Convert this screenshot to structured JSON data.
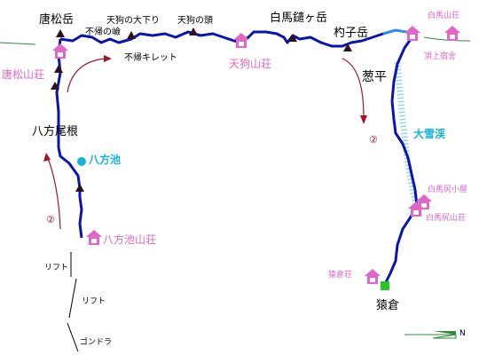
{
  "peaks": {
    "karamatsu": "唐松岳",
    "tengu_descent": "天狗の大下り",
    "fukaeri_ridge": "不帰の嶮",
    "tengu_head": "天狗の頭",
    "shirouma_yari": "白馬鑓ヶ岳",
    "shakushi": "杓子岳",
    "happo_ridge": "八方尾根",
    "sarukura": "猿倉",
    "negihira": "葱平"
  },
  "huts": {
    "karamatsu_hut": "唐松山荘",
    "tengu_hut": "天狗山荘",
    "shirouma_hut": "白馬山荘",
    "summit_hut": "頂上宿舎",
    "daisekkei_hut": "白馬尻小屋",
    "shiroumajiri_hut": "白馬尻山荘",
    "sarukura_hut": "猿倉荘",
    "happoike_hut": "八方池山荘"
  },
  "water": {
    "happo_pond": "八方池",
    "daisekkei": "大雪渓"
  },
  "routes": {
    "fukaeri_kiretto": "不帰キレット",
    "marker_left": "②",
    "marker_right": "②"
  },
  "lifts": {
    "lift_1": "リフト",
    "lift_2": "リフト",
    "gondola": "ゴンドラ"
  },
  "compass": {
    "north": "N"
  },
  "colors": {
    "trail": "#0a14b4",
    "trail_light": "#2a8fe0",
    "hut": "#e066c8",
    "water": "#16b4d2",
    "route_arrow": "#a0162a",
    "ridge_green": "#2c8c3c",
    "start_point": "#22cc22"
  }
}
